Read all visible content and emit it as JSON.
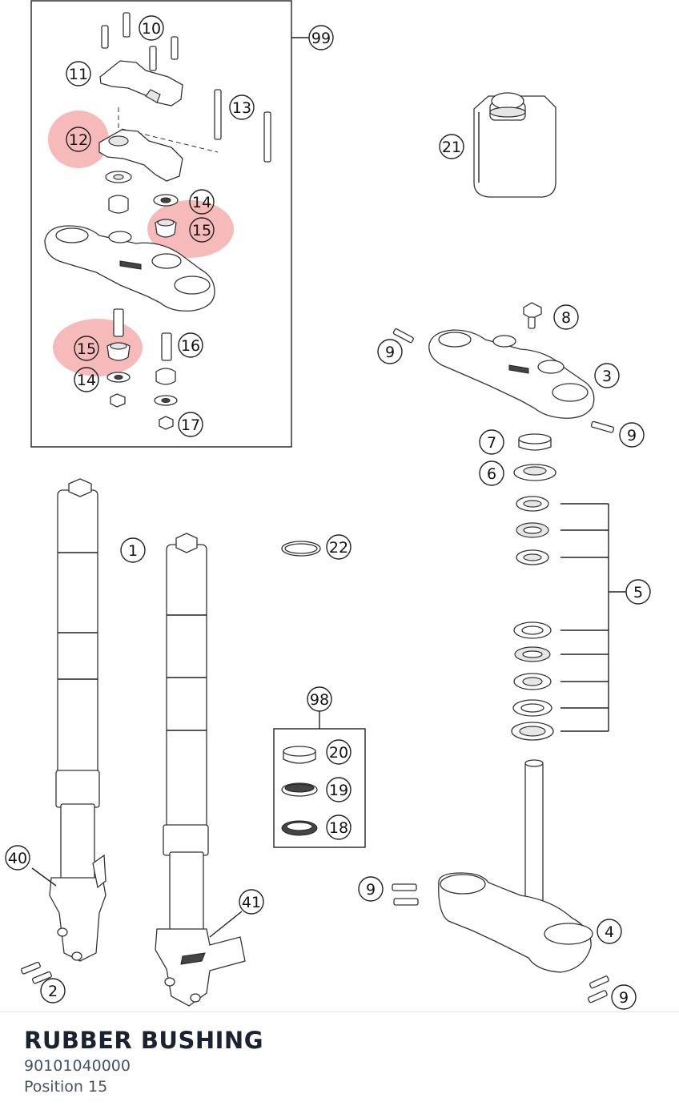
{
  "diagram": {
    "callouts": [
      "10",
      "99",
      "11",
      "13",
      "12",
      "21",
      "14",
      "15",
      "8",
      "9",
      "16",
      "3",
      "17",
      "7",
      "6",
      "1",
      "22",
      "5",
      "98",
      "20",
      "19",
      "18",
      "40",
      "41",
      "2",
      "4"
    ]
  },
  "part": {
    "name": "RUBBER BUSHING",
    "number": "90101040000",
    "position_label": "Position",
    "position_value": "15"
  },
  "colors": {
    "highlight": "#f29595",
    "title_text": "#1c2230",
    "meta_text": "#4a5260"
  }
}
